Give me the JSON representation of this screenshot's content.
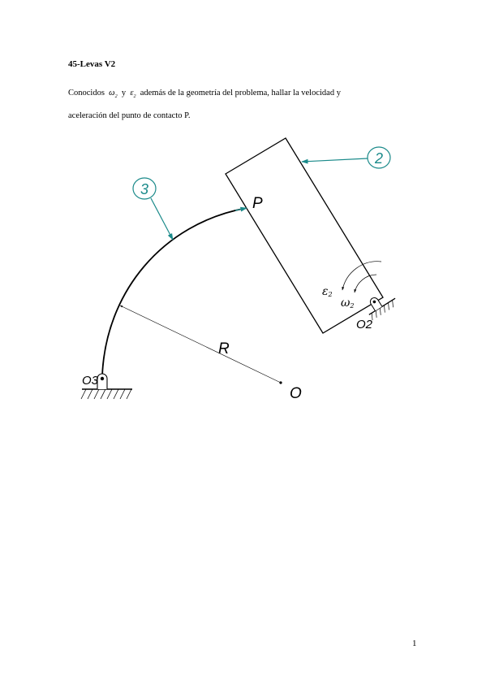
{
  "document": {
    "title": "45-Levas V2",
    "statement": {
      "part1": "Conocidos",
      "omega": "ω",
      "omega_sub": "2",
      "conj": "y",
      "epsilon": "ε",
      "epsilon_sub": "2",
      "part2": "además de la geometría del problema, hallar la velocidad y",
      "line2": "aceleración del punto de contacto P."
    },
    "page_number": "1"
  },
  "figure": {
    "callout_2": "2",
    "callout_3": "3",
    "point_P": "P",
    "radius_R": "R",
    "center_O": "O",
    "joint_O3": "O3",
    "joint_O2": "O2",
    "epsilon_label": "ε",
    "epsilon_sub": "2",
    "omega_label": "ω",
    "omega_sub": "2",
    "accent_color": "#1a8a8a"
  }
}
